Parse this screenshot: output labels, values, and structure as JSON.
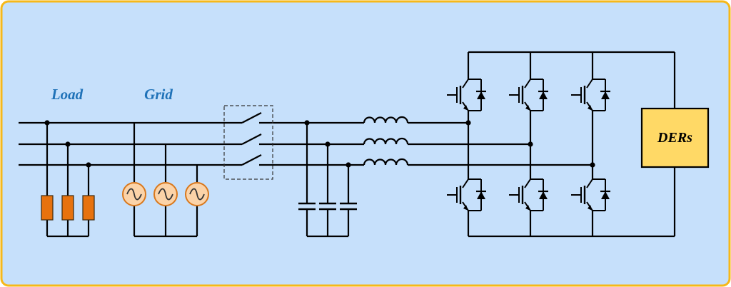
{
  "labels": {
    "load": "Load",
    "grid": "Grid",
    "ders": "DERs"
  },
  "colors": {
    "background": "#C6E0FB",
    "border": "#F6B81A",
    "wire": "#000000",
    "label_text": "#1F72B8",
    "resistor": "#E7720E",
    "source_fill": "#FBD3A8",
    "source_stroke": "#D9781C",
    "ders_fill": "#FFD966"
  },
  "icons": {
    "load": "resistor-icon",
    "grid": "ac-source-icon",
    "switch": "breaker-switch-icon",
    "filter_inductor": "inductor-icon",
    "filter_capacitor": "capacitor-icon",
    "converter": "igbt-diode-icon"
  }
}
